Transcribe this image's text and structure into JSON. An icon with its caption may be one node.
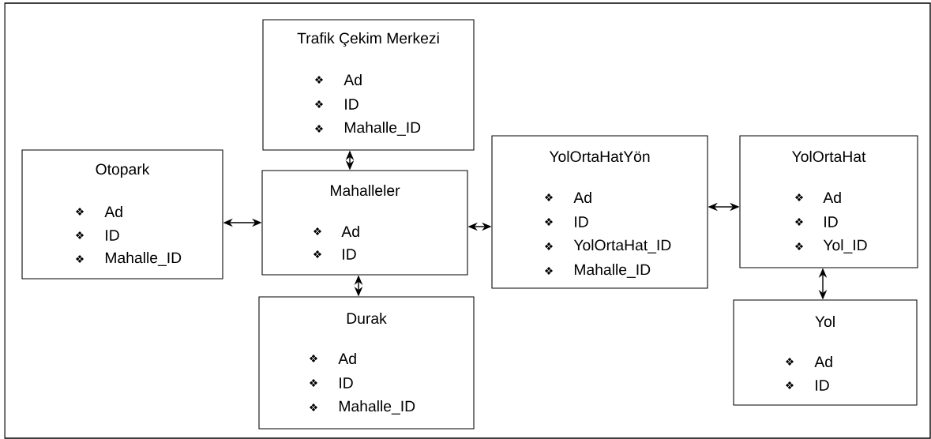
{
  "diagram": {
    "nodes": [
      {
        "text": [
          "Trafik Çekim Merkezi",
          "Ad",
          "ID",
          "Mahalle_ID"
        ]
      },
      {
        "text": [
          "Otopark",
          "Ad",
          "ID",
          "Mahalle_ID"
        ]
      },
      {
        "text": [
          "Mahalleler",
          "Ad",
          "ID"
        ]
      },
      {
        "text": [
          "Durak",
          "Ad",
          "ID",
          "Mahalle_ID"
        ]
      },
      {
        "text": [
          "YolOrtaHatYön",
          "Ad",
          "ID",
          "YolOrtaHat_ID",
          "Mahalle_ID"
        ]
      },
      {
        "text": [
          "YolOrtaHat",
          "Ad",
          "ID",
          "Yol_ID"
        ]
      },
      {
        "text": [
          "Yol",
          "Ad",
          "ID"
        ]
      }
    ],
    "edges": [
      {
        "from": 0,
        "to": 2,
        "arrow": "both"
      },
      {
        "from": 1,
        "to": 2,
        "arrow": "both"
      },
      {
        "from": 2,
        "to": 4,
        "arrow": "both"
      },
      {
        "from": 4,
        "to": 5,
        "arrow": "both"
      },
      {
        "from": 5,
        "to": 6,
        "arrow": "both"
      },
      {
        "from": 2,
        "to": 3,
        "arrow": "both"
      }
    ]
  }
}
